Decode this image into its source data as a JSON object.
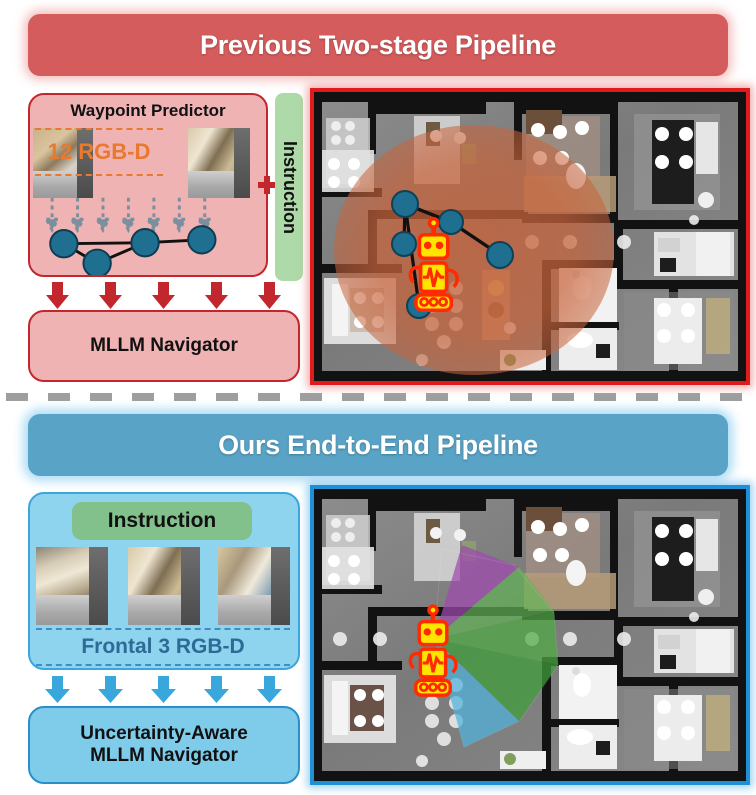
{
  "colors": {
    "red_banner": "#d45c5c",
    "blue_banner": "#59a3c6",
    "red_border": "#c1272d",
    "pink_card": "#f0b3b3",
    "blue_card": "#8fd4ee",
    "green_pill": "#82c08c",
    "green_bar": "#addaa8",
    "orange_text": "#e8792f",
    "blue_text": "#2b6b96",
    "node_teal": "#1f6f91",
    "robot_yellow": "#ffe400",
    "robot_outline": "#ff2a00",
    "cone_purple": "#a14ab0",
    "cone_green": "#4faa44",
    "cone_blue": "#4fb3dd",
    "heat_orange": "#c8643c",
    "divider_gray": "#9e9e9e"
  },
  "top_panel": {
    "banner_title": "Previous Two-stage Pipeline",
    "waypoint_card": {
      "title": "Waypoint Predictor",
      "rgbd_label": "12 RGB-D",
      "thumbnails": [
        {
          "name": "rgbd-thumb-left"
        },
        {
          "name": "rgbd-thumb-right"
        }
      ],
      "dotted_arrow_count": 7,
      "graph_node_count": 4
    },
    "instruction_label": "Instruction",
    "plus_symbol": "+",
    "arrow_count": 5,
    "navigator_label": "MLLM Navigator",
    "map": {
      "name": "floorplan-two-stage",
      "overlay": "heatmap-circle",
      "waypoint_nodes": 5,
      "robot": "robot-icon"
    }
  },
  "bottom_panel": {
    "banner_title": "Ours End-to-End Pipeline",
    "instruction_label": "Instruction",
    "frontal_label": "Frontal 3 RGB-D",
    "thumbnails": [
      {
        "name": "frontal-thumb-1"
      },
      {
        "name": "frontal-thumb-2"
      },
      {
        "name": "frontal-thumb-3"
      }
    ],
    "arrow_count": 5,
    "navigator_line1": "Uncertainty-Aware",
    "navigator_line2": "MLLM Navigator",
    "map": {
      "name": "floorplan-end-to-end",
      "overlay": "uncertainty-cone-fan",
      "cone_sectors": [
        {
          "name": "sector-purple",
          "color": "#a14ab0"
        },
        {
          "name": "sector-green-upper",
          "color": "#62b356"
        },
        {
          "name": "sector-green-mid",
          "color": "#4faa44"
        },
        {
          "name": "sector-green-lower",
          "color": "#3f9e3c"
        },
        {
          "name": "sector-blue",
          "color": "#4fb3dd"
        }
      ],
      "robot": "robot-icon"
    }
  }
}
